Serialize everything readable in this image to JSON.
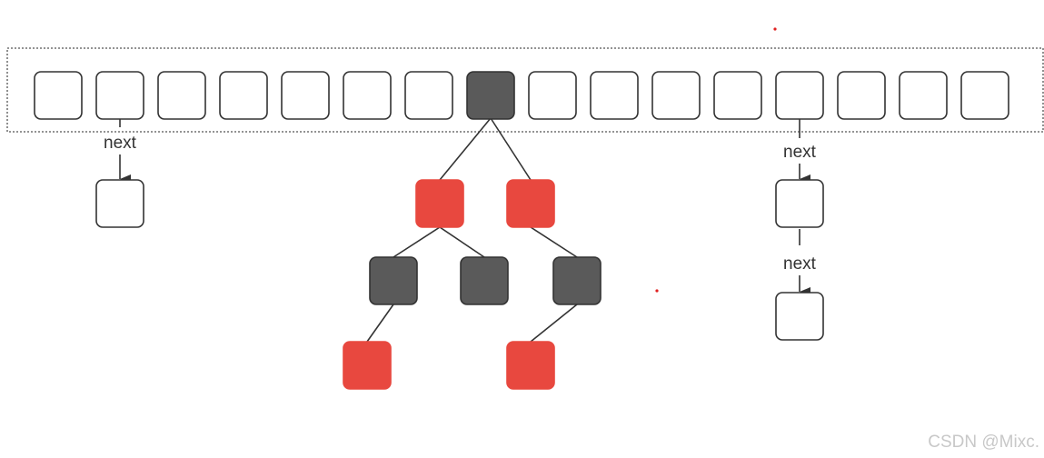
{
  "diagram": {
    "array_bucket_count": 16,
    "tree_root_bucket_index": 7,
    "colors": {
      "black_node": "#5a5a5a",
      "red_node": "#e8483f",
      "empty_node": "#ffffff",
      "stroke": "#333333",
      "dot": "#e02020"
    },
    "chain_left": {
      "bucket_index": 1,
      "labels": [
        "next"
      ]
    },
    "chain_right": {
      "bucket_index": 12,
      "labels": [
        "next",
        "next"
      ]
    },
    "tree": {
      "levels": [
        [
          "red",
          "red"
        ],
        [
          "black",
          "black",
          "black"
        ],
        [
          "red",
          "red"
        ]
      ]
    },
    "watermark": "CSDN @Mixc."
  }
}
